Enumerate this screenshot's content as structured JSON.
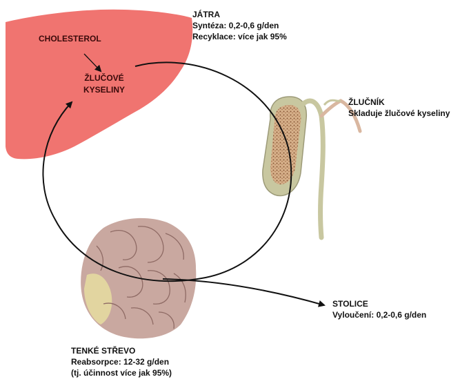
{
  "liver": {
    "title": "JÁTRA",
    "line1": "Syntéza: 0,2-0,6 g/den",
    "line2": "Recyklace: více jak 95%",
    "cholesterol": "CHOLESTEROL",
    "bile_acids_line1": "ŽLUČOVÉ",
    "bile_acids_line2": "KYSELINY"
  },
  "gallbladder": {
    "title": "ŽLUČNÍK",
    "line1": "Skladuje žlučové kyseliny"
  },
  "intestine": {
    "title": "TENKÉ STŘEVO",
    "line1": "Reabsorpce: 12-32 g/den",
    "line2": "(tj. účinnost více jak 95%)"
  },
  "stool": {
    "title": "STOLICE",
    "line1": "Vyloučení: 0,2-0,6 g/den"
  },
  "colors": {
    "liver": "#f07470",
    "gallbladder_wall": "#c8c7a0",
    "intestine": "#c9a8a0",
    "arrow": "#111111"
  }
}
